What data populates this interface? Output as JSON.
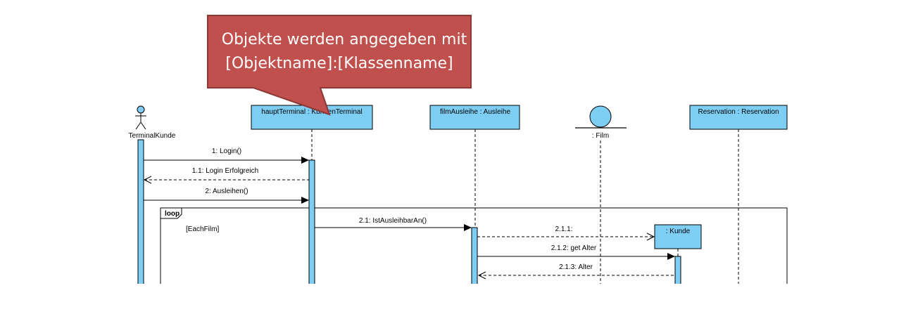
{
  "colors": {
    "box_fill": "#7ecef4",
    "activation_fill": "#7ecef4",
    "line": "#000000",
    "callout_fill": "#c0504d",
    "callout_border": "#8c3836",
    "callout_text": "#ffffff"
  },
  "callout": {
    "line1": "Objekte werden angegeben mit",
    "line2": "[Objektname]:[Klassenname]"
  },
  "actor": {
    "name": "TerminalKunde"
  },
  "lifelines": {
    "terminal": "hauptTerminal : KundenTerminal",
    "ausleihe": "filmAusleihe : Ausleihe",
    "film": ": Film",
    "reservation": "Reservation : Reservation",
    "kunde": ": Kunde"
  },
  "messages": {
    "m1": "1: Login()",
    "m11": "1.1: Login Erfolgreich",
    "m2": "2: Ausleihen()",
    "m21": "2.1: IstAusleihbarAn()",
    "m211": "2.1.1:",
    "m212": "2.1.2: get Alter",
    "m213": "2.1.3: Alter"
  },
  "fragment": {
    "operator": "loop",
    "guard": "[EachFilm]"
  }
}
